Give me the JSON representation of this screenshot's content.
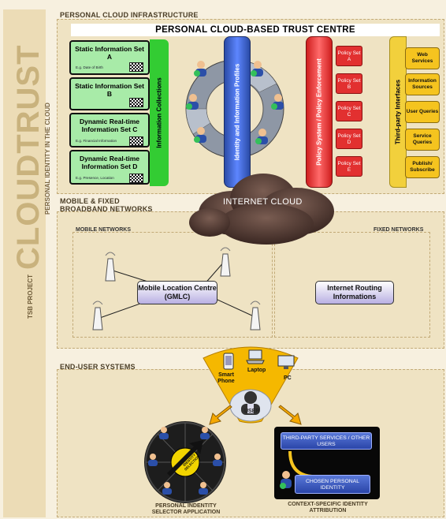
{
  "brand": {
    "name": "CLOUDTRUST",
    "subtitle": "PERSONAL IDENTITY IN THE CLOUD",
    "project": "TSB PROJECT"
  },
  "sections": {
    "infrastructure": "PERSONAL CLOUD INFRASTRUCTURE",
    "networks_line1": "MOBILE & FIXED",
    "networks_line2": "BROADBAND NETWORKS",
    "enduser": "END-USER SYSTEMS"
  },
  "trust_centre": {
    "title": "PERSONAL CLOUD-BASED TRUST CENTRE",
    "info_sets": [
      {
        "title": "Static Information Set A",
        "subtitle": "E.g. Date of Birth"
      },
      {
        "title": "Static Information Set B",
        "subtitle": ""
      },
      {
        "title": "Dynamic Real-time Information Set C",
        "subtitle": "E.g. Financial Information"
      },
      {
        "title": "Dynamic Real-time Information Set D",
        "subtitle": "E.g. Presence, Location"
      }
    ],
    "info_collections_label": "Information Collections",
    "identity_profiles_label": "Identity and Information Profiles",
    "policy_label": "Policy System / Policy Enforcement",
    "policy_sets": [
      "Policy Set A",
      "Policy Set B",
      "Policy Set C",
      "Policy Set D",
      "Policy Set E"
    ],
    "third_party_label": "Third-party Interfaces",
    "third_party_items": [
      "Web Services",
      "Information Sources",
      "User Queries",
      "Service Queries",
      "Publish/ Subscribe"
    ]
  },
  "internet_cloud": "INTERNET CLOUD",
  "networks": {
    "mobile_label": "MOBILE NETWORKS",
    "fixed_label": "FIXED NETWORKS",
    "gmlc": "Mobile Location Centre (GMLC)",
    "routing": "Internet Routing Informations"
  },
  "end_user": {
    "devices": [
      "Smart Phone",
      "Laptop",
      "PC"
    ],
    "user_label": "USER",
    "selector_caption": "PERSONAL INDENTITY SELECTOR APPLICATION",
    "selector_arrow": "IDENTITY SELECTION",
    "third_party_services": "THIRD-PARTY SERVICES / OTHER USERS",
    "chosen_identity": "CHOSEN PERSONAL IDENTITY",
    "attribution_caption": "CONTEXT-SPECIFIC IDENTITY ATTRIBUTION"
  },
  "colors": {
    "info_green": "#a8eba8",
    "collection_green": "#33cc33",
    "profile_blue": "#3c62d6",
    "policy_red": "#e23030",
    "interface_yellow": "#f5c41f",
    "user_arrow_orange": "#f5a800"
  }
}
